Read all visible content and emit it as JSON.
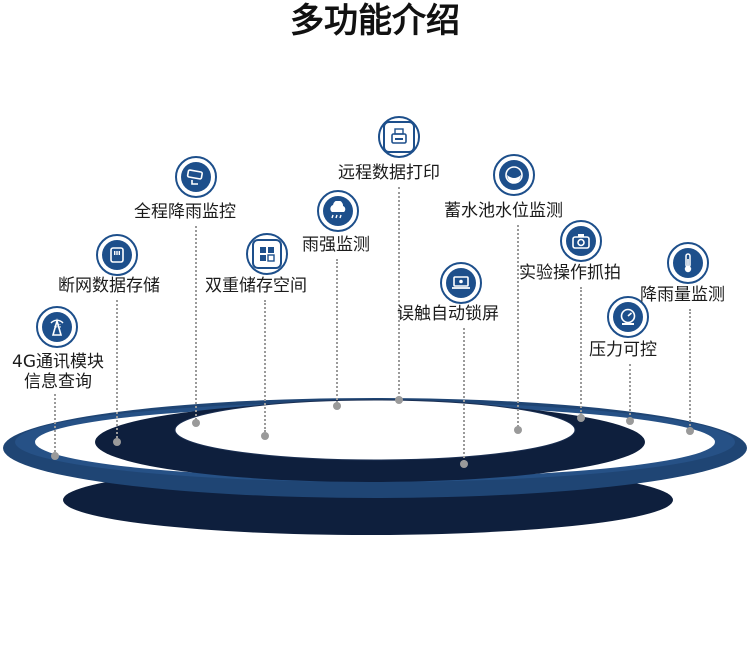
{
  "title": "多功能介绍",
  "features": [
    {
      "id": "4g",
      "label_lines": [
        "4G通讯模块",
        "信息查询"
      ],
      "icon": "signal-tower-icon"
    },
    {
      "id": "offline",
      "label": "断网数据存储",
      "icon": "sd-card-icon"
    },
    {
      "id": "rain-monitor",
      "label": "全程降雨监控",
      "icon": "cctv-camera-icon"
    },
    {
      "id": "dual-storage",
      "label": "双重储存空间",
      "icon": "storage-chip-icon"
    },
    {
      "id": "rain-intensity",
      "label": "雨强监测",
      "icon": "rain-cloud-icon"
    },
    {
      "id": "remote-print",
      "label": "远程数据打印",
      "icon": "printer-icon"
    },
    {
      "id": "touch-lock",
      "label": "误触自动锁屏",
      "icon": "laptop-lock-icon"
    },
    {
      "id": "reservoir",
      "label": "蓄水池水位监测",
      "icon": "water-level-icon"
    },
    {
      "id": "capture",
      "label": "实验操作抓拍",
      "icon": "camera-icon"
    },
    {
      "id": "pressure",
      "label": "压力可控",
      "icon": "pressure-gauge-icon"
    },
    {
      "id": "rainfall",
      "label": "降雨量监测",
      "icon": "thermometer-icon"
    }
  ],
  "colors": {
    "primary": "#1d4f8b",
    "dark": "#0e1f3d",
    "ring_mid": "#1f4574",
    "dot": "#9a9a9a"
  }
}
